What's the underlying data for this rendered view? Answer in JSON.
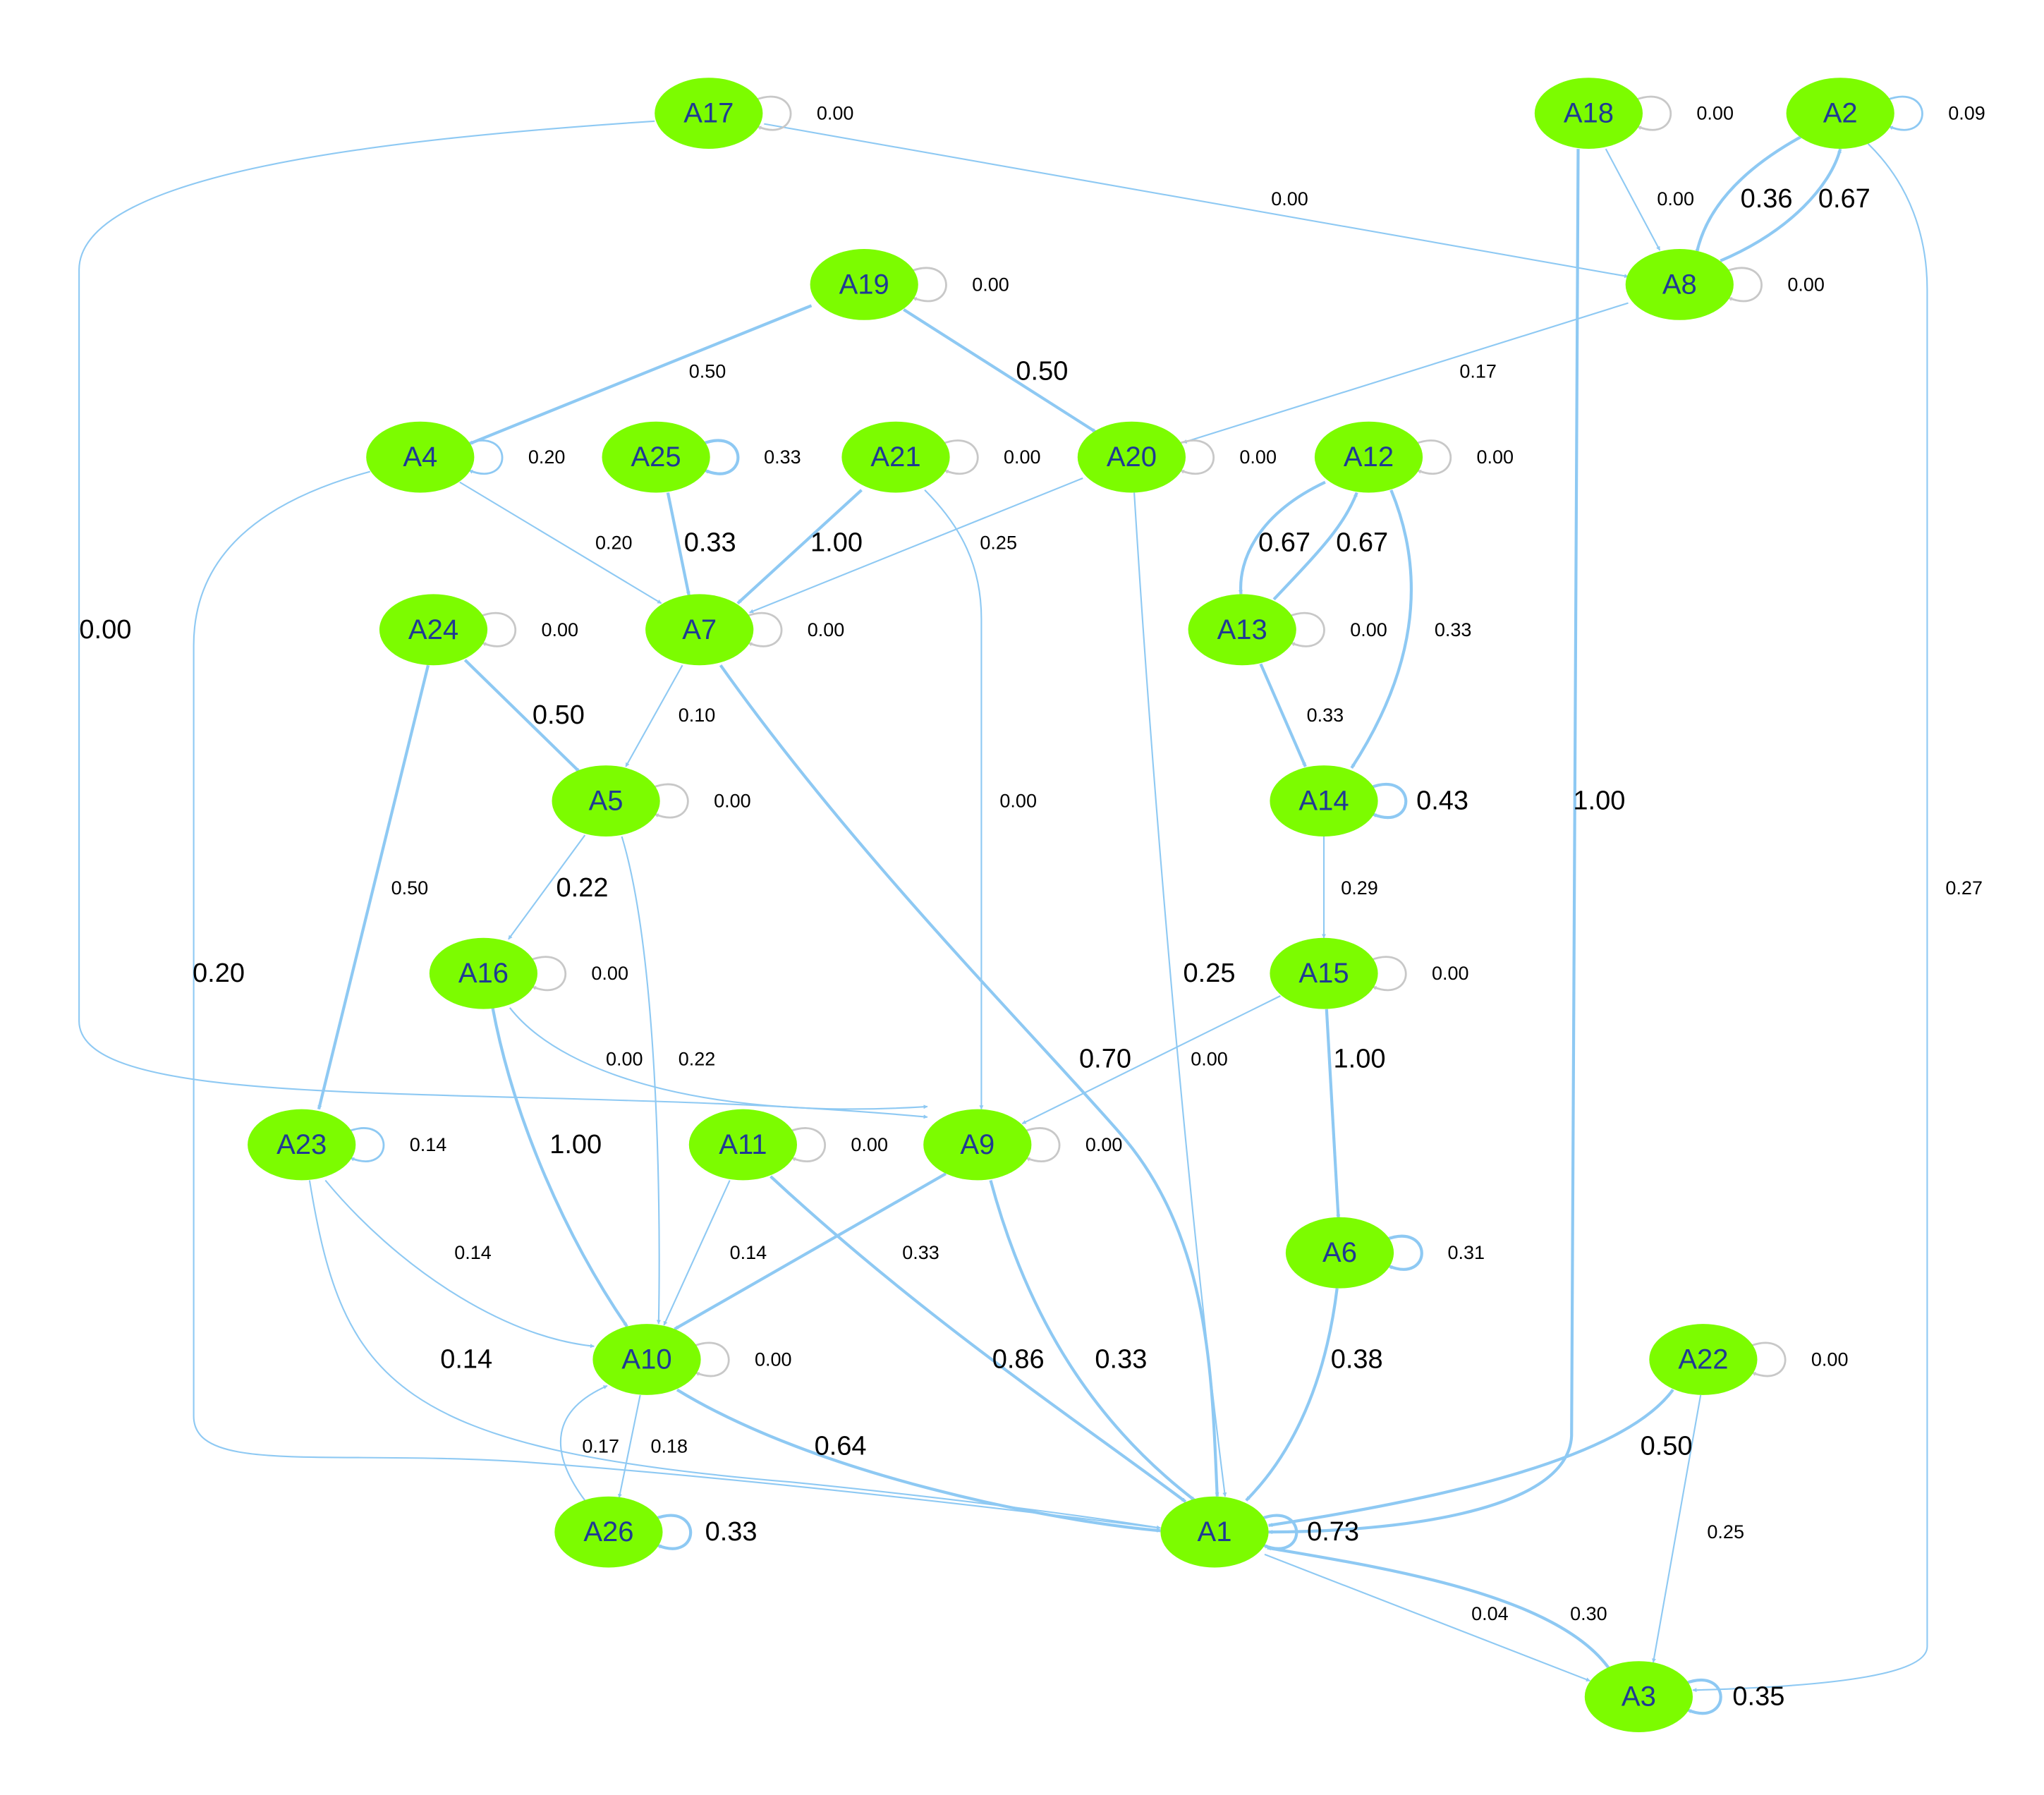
{
  "colors": {
    "node_fill": "#7cfc00",
    "node_text": "#1f3a93",
    "edge": "#8ec9f3",
    "self_loop_zero": "#c8c8c8",
    "label": "#000000"
  },
  "nodes": [
    "A17",
    "A18",
    "A2",
    "A8",
    "A19",
    "A4",
    "A25",
    "A21",
    "A20",
    "A12",
    "A24",
    "A7",
    "A13",
    "A5",
    "A14",
    "A16",
    "A15",
    "A23",
    "A11",
    "A9",
    "A6",
    "A10",
    "A22",
    "A26",
    "A1",
    "A3"
  ],
  "self_loops": [
    {
      "node": "A17",
      "label": "0.00"
    },
    {
      "node": "A18",
      "label": "0.00"
    },
    {
      "node": "A2",
      "label": "0.09"
    },
    {
      "node": "A8",
      "label": "0.00"
    },
    {
      "node": "A19",
      "label": "0.00"
    },
    {
      "node": "A4",
      "label": "0.20"
    },
    {
      "node": "A25",
      "label": "0.33"
    },
    {
      "node": "A21",
      "label": "0.00"
    },
    {
      "node": "A20",
      "label": "0.00"
    },
    {
      "node": "A12",
      "label": "0.00"
    },
    {
      "node": "A24",
      "label": "0.00"
    },
    {
      "node": "A7",
      "label": "0.00"
    },
    {
      "node": "A13",
      "label": "0.00"
    },
    {
      "node": "A5",
      "label": "0.00"
    },
    {
      "node": "A14",
      "label": "0.43"
    },
    {
      "node": "A16",
      "label": "0.00"
    },
    {
      "node": "A15",
      "label": "0.00"
    },
    {
      "node": "A23",
      "label": "0.14"
    },
    {
      "node": "A11",
      "label": "0.00"
    },
    {
      "node": "A9",
      "label": "0.00"
    },
    {
      "node": "A6",
      "label": "0.31"
    },
    {
      "node": "A10",
      "label": "0.00"
    },
    {
      "node": "A22",
      "label": "0.00"
    },
    {
      "node": "A26",
      "label": "0.33"
    },
    {
      "node": "A1",
      "label": "0.73"
    },
    {
      "node": "A3",
      "label": "0.35"
    }
  ],
  "edges": [
    {
      "from": "A17",
      "to": "A8",
      "label": "0.00"
    },
    {
      "from": "A17",
      "to": "A9",
      "label": "0.00"
    },
    {
      "from": "A18",
      "to": "A8",
      "label": "0.00"
    },
    {
      "from": "A18",
      "to": "A1",
      "label": "1.00"
    },
    {
      "from": "A2",
      "to": "A8",
      "label": "0.36"
    },
    {
      "from": "A8",
      "to": "A2",
      "label": "0.67"
    },
    {
      "from": "A2",
      "to": "A3",
      "label": "0.27"
    },
    {
      "from": "A8",
      "to": "A20",
      "label": "0.17"
    },
    {
      "from": "A19",
      "to": "A4",
      "label": "0.50"
    },
    {
      "from": "A19",
      "to": "A20",
      "label": "0.50"
    },
    {
      "from": "A4",
      "to": "A7",
      "label": "0.20"
    },
    {
      "from": "A4",
      "to": "A1",
      "label": "0.20"
    },
    {
      "from": "A25",
      "to": "A7",
      "label": "0.33"
    },
    {
      "from": "A21",
      "to": "A7",
      "label": "1.00"
    },
    {
      "from": "A21",
      "to": "A9",
      "label": "0.00"
    },
    {
      "from": "A20",
      "to": "A7",
      "label": "0.25"
    },
    {
      "from": "A20",
      "to": "A1",
      "label": "0.25"
    },
    {
      "from": "A12",
      "to": "A13",
      "label": "0.67"
    },
    {
      "from": "A13",
      "to": "A12",
      "label": "0.67"
    },
    {
      "from": "A12",
      "to": "A14",
      "label": "0.33"
    },
    {
      "from": "A13",
      "to": "A14",
      "label": "0.33"
    },
    {
      "from": "A24",
      "to": "A5",
      "label": "0.50"
    },
    {
      "from": "A24",
      "to": "A23",
      "label": "0.50"
    },
    {
      "from": "A7",
      "to": "A5",
      "label": "0.10"
    },
    {
      "from": "A7",
      "to": "A1",
      "label": "0.70"
    },
    {
      "from": "A5",
      "to": "A16",
      "label": "0.22"
    },
    {
      "from": "A5",
      "to": "A10",
      "label": "0.22"
    },
    {
      "from": "A14",
      "to": "A15",
      "label": "0.29"
    },
    {
      "from": "A16",
      "to": "A9",
      "label": "0.00"
    },
    {
      "from": "A16",
      "to": "A10",
      "label": "1.00"
    },
    {
      "from": "A15",
      "to": "A9",
      "label": "0.00"
    },
    {
      "from": "A15",
      "to": "A6",
      "label": "1.00"
    },
    {
      "from": "A23",
      "to": "A10",
      "label": "0.14"
    },
    {
      "from": "A23",
      "to": "A1",
      "label": "0.14"
    },
    {
      "from": "A11",
      "to": "A10",
      "label": "0.14"
    },
    {
      "from": "A11",
      "to": "A1",
      "label": "0.86"
    },
    {
      "from": "A9",
      "to": "A10",
      "label": "0.33"
    },
    {
      "from": "A9",
      "to": "A1",
      "label": "0.33"
    },
    {
      "from": "A6",
      "to": "A1",
      "label": "0.38"
    },
    {
      "from": "A10",
      "to": "A26",
      "label": "0.18"
    },
    {
      "from": "A26",
      "to": "A10",
      "label": "0.17"
    },
    {
      "from": "A10",
      "to": "A1",
      "label": "0.64"
    },
    {
      "from": "A22",
      "to": "A1",
      "label": "0.50"
    },
    {
      "from": "A22",
      "to": "A3",
      "label": "0.25"
    },
    {
      "from": "A1",
      "to": "A3",
      "label": "0.04"
    },
    {
      "from": "A3",
      "to": "A1",
      "label": "0.30"
    }
  ]
}
